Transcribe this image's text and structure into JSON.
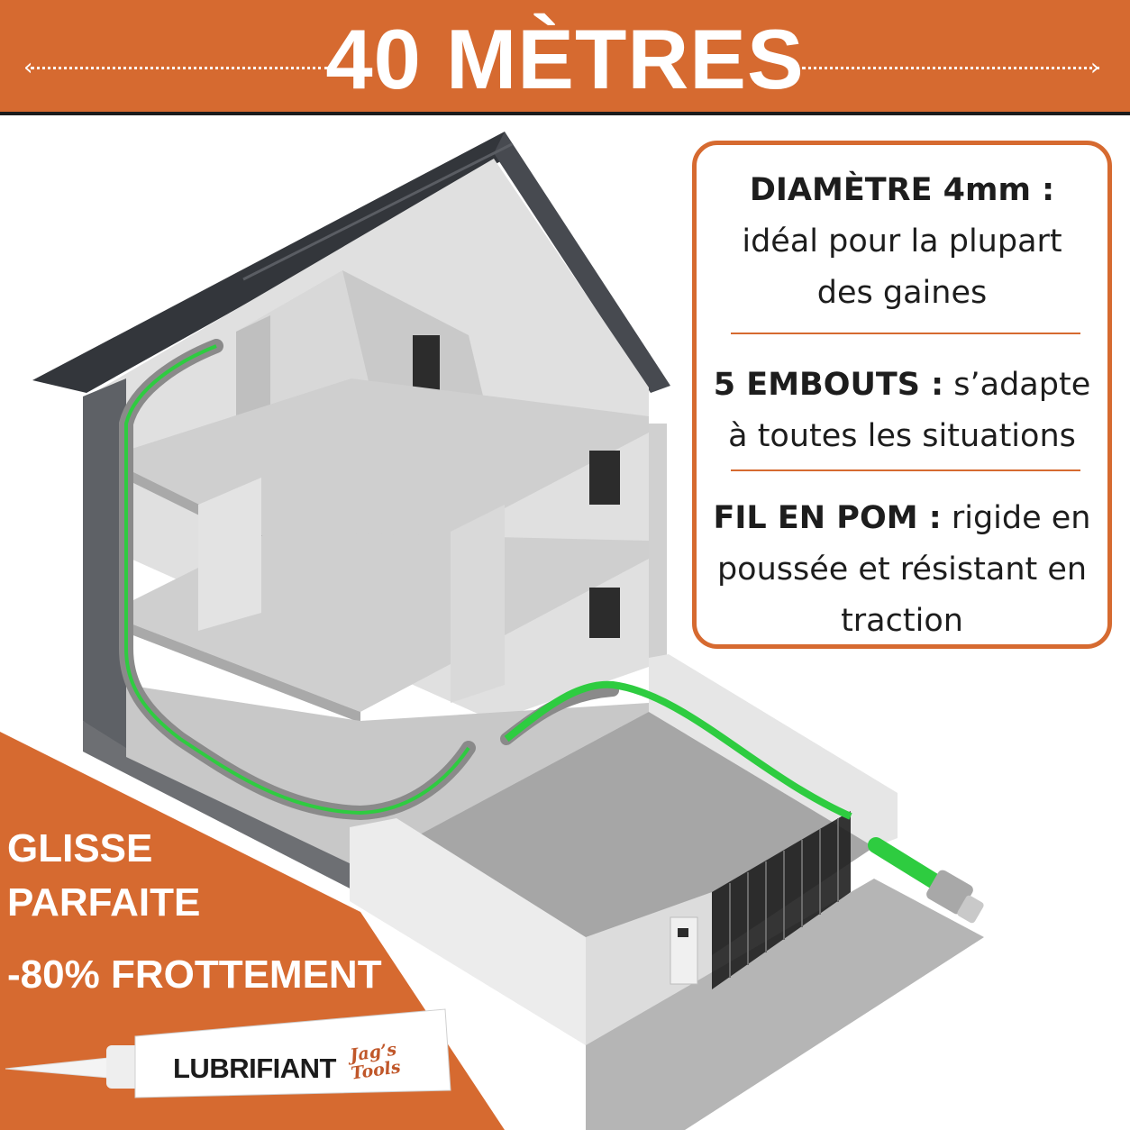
{
  "banner": {
    "title": "40 MÈTRES",
    "arrow_left": "‹",
    "arrow_right": "›"
  },
  "specs": [
    {
      "label": "DIAMÈTRE 4mm :",
      "line2": "idéal pour la plupart",
      "line3": "des gaines"
    },
    {
      "label": "5 EMBOUTS :",
      "inline": " s’adapte",
      "line2": "à toutes les situations"
    },
    {
      "label": "FIL EN POM :",
      "inline": " rigide en",
      "line2": "poussée et résistant en",
      "line3": "traction"
    }
  ],
  "promo": {
    "line1": "GLISSE",
    "line2": "PARFAITE",
    "line3": "-80% FROTTEMENT",
    "tube_label": "LUBRIFIANT",
    "brand_line1": "Jag’s",
    "brand_line2": "Tools"
  },
  "colors": {
    "accent": "#d66a30",
    "cable": "#2ecc40",
    "wall": "#d4d4d4",
    "roof": "#3a3d42"
  }
}
